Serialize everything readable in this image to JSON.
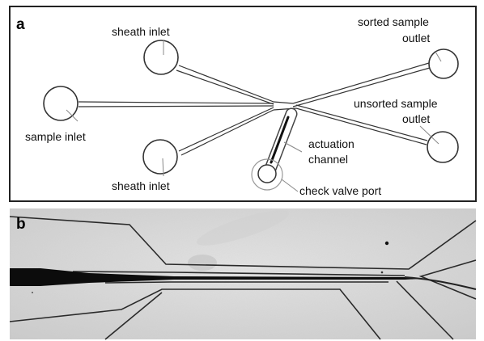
{
  "panel_a": {
    "letter": "a",
    "labels": {
      "sheath_inlet_top": "sheath inlet",
      "sorted_line1": "sorted sample",
      "sorted_line2": "outlet",
      "sample_inlet": "sample inlet",
      "unsorted_line1": "unsorted sample",
      "unsorted_line2": "outlet",
      "actuation_line1": "actuation",
      "actuation_line2": "channel",
      "sheath_inlet_bottom": "sheath inlet",
      "check_valve_port": "check valve port"
    }
  },
  "panel_b": {
    "letter": "b"
  }
}
